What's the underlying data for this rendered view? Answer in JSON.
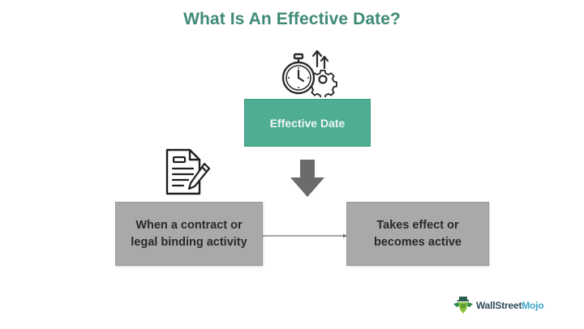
{
  "title": "What Is An Effective Date?",
  "diagram": {
    "main_node": {
      "label": "Effective Date",
      "icon": "stopwatch-gear-arrows-icon",
      "color": "#4fad93"
    },
    "arrow_down": {
      "icon": "down-arrow-icon",
      "color": "#6b6b6b"
    },
    "left_node": {
      "line1": "When a contract or",
      "line2": "legal binding activity",
      "icon": "document-pen-icon",
      "color": "#a9a9a9"
    },
    "right_node": {
      "line1": "Takes effect or",
      "line2": "becomes active",
      "color": "#a9a9a9"
    },
    "connector": {
      "from": "left_node",
      "to": "right_node"
    }
  },
  "branding": {
    "logo_icon": "wallstreetmojo-mascot-icon",
    "name_part1": "WallStreet",
    "name_part2": "Mojo"
  },
  "colors": {
    "title": "#3f8a76",
    "accent": "#4fad93",
    "box_gray": "#a9a9a9",
    "text_dark": "#2a2a2a"
  }
}
